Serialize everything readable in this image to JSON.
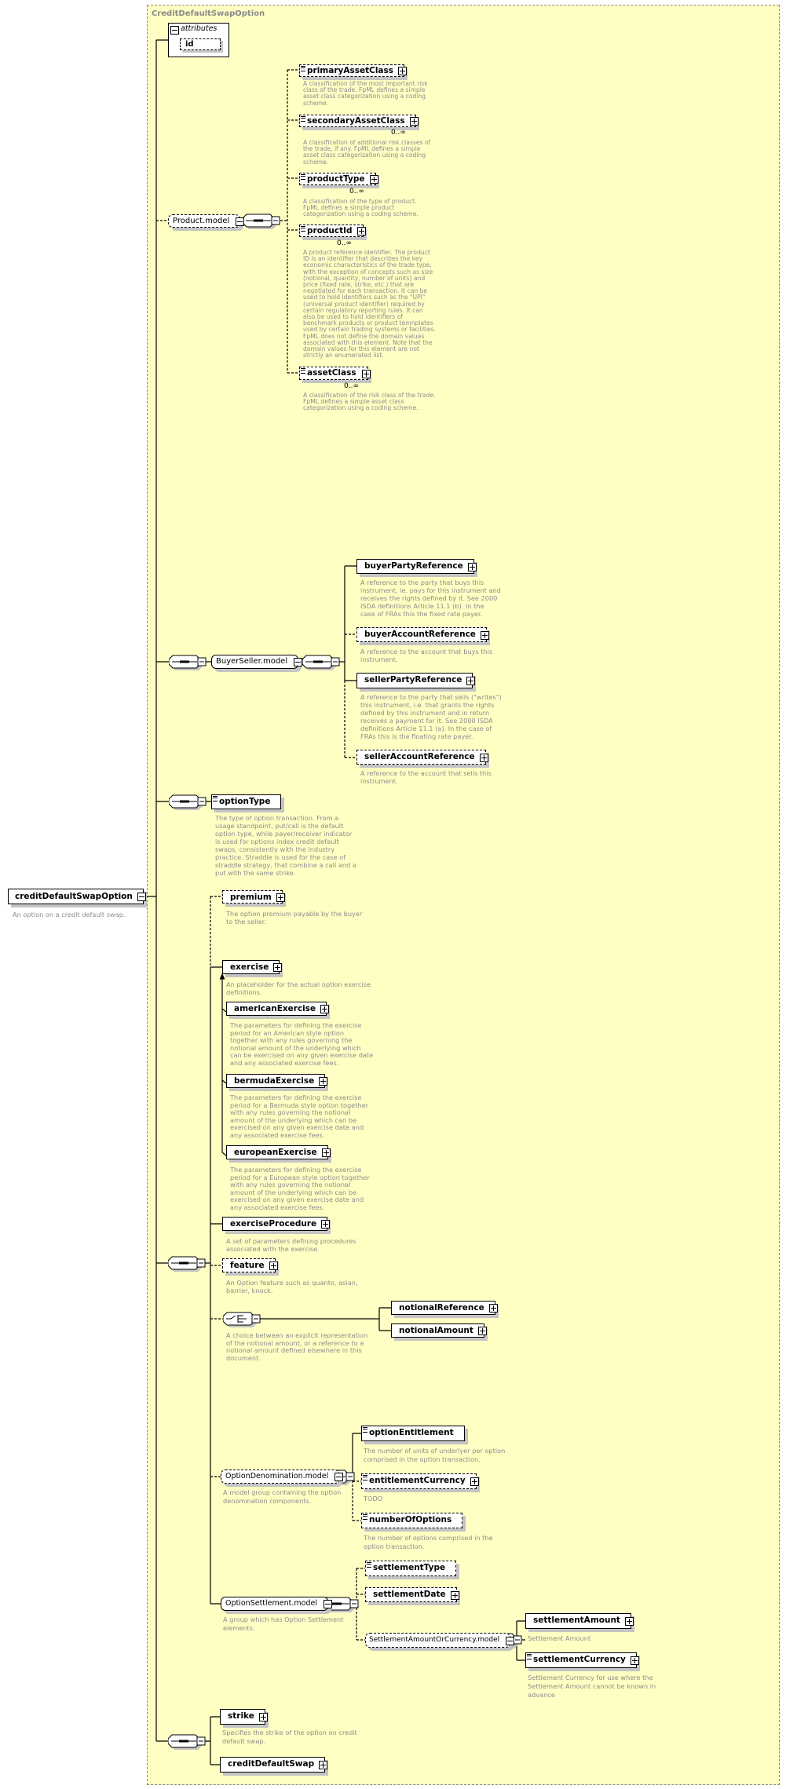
{
  "diagram_title": "CreditDefaultSwapOption",
  "root": {
    "name": "creditDefaultSwapOption",
    "desc": "An option on a credit default swap."
  },
  "attributes": {
    "label": "attributes",
    "items": [
      "id"
    ]
  },
  "nodes": {
    "productModel": {
      "name": "Product.model"
    },
    "primaryAssetClass": {
      "name": "primaryAssetClass",
      "desc": "A classification of the most important risk\nclass of the trade. FpML defines a simple\nasset class categorization using a coding\nscheme."
    },
    "secondaryAssetClass": {
      "name": "secondaryAssetClass",
      "occurs": "0..∞",
      "desc": "A classification of additional risk classes of\nthe trade, if any. FpML defines a simple\nasset class categorization using a coding\nscheme."
    },
    "productType": {
      "name": "productType",
      "occurs": "0..∞",
      "desc": "A classification of the type of product.\nFpML defines a simple product\ncategorization using a coding scheme."
    },
    "productId": {
      "name": "productId",
      "occurs": "0..∞",
      "desc": "A product reference identifier. The product\nID is an identifier that describes the key\neconomic characteristics of the trade type,\nwith the exception of concepts such as size\n(notional, quantity, number of units) and\nprice (fixed rate, strike, etc.) that are\nnegotiated for each transaction. It can be\nused to hold identifiers such as the \"UPI\"\n(universal product identifier) required by\ncertain regulatory reporting rules. It can\nalso be used to hold identifiers of\nbenchmark products or product temnplates\nused by certain trading systems or facilities.\nFpML does not define the domain values\nassociated with this element. Note that the\ndomain values for this element are not\nstrictly an enumerated list."
    },
    "assetClass": {
      "name": "assetClass",
      "occurs": "0..∞",
      "desc": "A classification of the risk class of the trade.\nFpML defines a simple asset class\ncategorization using a coding scheme."
    },
    "buyerSellerModel": {
      "name": "BuyerSeller.model"
    },
    "buyerPartyReference": {
      "name": "buyerPartyReference",
      "desc": "A reference to the party that buys this\ninstrument, ie. pays for this instrument and\nreceives the rights defined by it. See 2000\nISDA definitions Article 11.1 (b). In the\ncase of FRAs this the fixed rate payer."
    },
    "buyerAccountReference": {
      "name": "buyerAccountReference",
      "desc": "A reference to the account that buys this\ninstrument."
    },
    "sellerPartyReference": {
      "name": "sellerPartyReference",
      "desc": "A reference to the party that sells (\"writes\")\nthis instrument, i.e. that grants the rights\ndefined by this instrument and in return\nreceives a payment for it. See 2000 ISDA\ndefinitions Article 11.1 (a). In the case of\nFRAs this is the floating rate payer."
    },
    "sellerAccountReference": {
      "name": "sellerAccountReference",
      "desc": "A reference to the account that sells this\ninstrument."
    },
    "optionType": {
      "name": "optionType",
      "desc": "The type of option transaction. From a\nusage standpoint, put/call is the default\noption type, while payer/receiver indicator\nis used for options index credit default\nswaps, consistently with the industry\npractice. Straddle is used for the case of\nstraddle strategy, that combine a call and a\nput with the same strike."
    },
    "premium": {
      "name": "premium",
      "desc": "The option premium payable by the buyer\nto the seller."
    },
    "exercise": {
      "name": "exercise",
      "desc": "An placeholder for the actual option exercise\ndefinitions."
    },
    "americanExercise": {
      "name": "americanExercise",
      "desc": "The parameters for defining the exercise\nperiod for an American style option\ntogether with any rules governing the\nnotional amount of the underlying which\ncan be exercised on any given exercise date\nand any associated exercise fees."
    },
    "bermudaExercise": {
      "name": "bermudaExercise",
      "desc": "The parameters for defining the exercise\nperiod for a Bermuda style option together\nwith any rules governing the notional\namount of the underlying which can be\nexercised on any given exercise date and\nany associated exercise fees."
    },
    "europeanExercise": {
      "name": "europeanExercise",
      "desc": "The parameters for defining the exercise\nperiod for a European style option together\nwith any rules governing the notional\namount of the underlying which can be\nexercised on any given exercise date and\nany associated exercise fees."
    },
    "exerciseProcedure": {
      "name": "exerciseProcedure",
      "desc": "A set of parameters defining procedures\nassociated with the exercise."
    },
    "feature": {
      "name": "feature",
      "desc": "An Option feature such as quanto, asian,\nbarrier, knock."
    },
    "notionalChoice": {
      "desc": "A choice between an explicit representation\nof the notional amount, or a reference to a\nnotional amount defined elsewhere in this\ndocument."
    },
    "notionalReference": {
      "name": "notionalReference"
    },
    "notionalAmount": {
      "name": "notionalAmount"
    },
    "optionDenominationModel": {
      "name": "OptionDenomination.model",
      "desc": "A model group containing the option\ndenomination components."
    },
    "optionEntitlement": {
      "name": "optionEntitlement",
      "desc": "The number of units of underlyer per option\ncomprised in the option transaction."
    },
    "entitlementCurrency": {
      "name": "entitlementCurrency",
      "desc": "TODO"
    },
    "numberOfOptions": {
      "name": "numberOfOptions",
      "desc": "The number of options comprised in the\noption transaction."
    },
    "optionSettlementModel": {
      "name": "OptionSettlement.model",
      "desc": "A group which has Option Settlement\nelements."
    },
    "settlementType": {
      "name": "settlementType"
    },
    "settlementDate": {
      "name": "settlementDate"
    },
    "settlementAmountOrCurrencyModel": {
      "name": "SettlementAmountOrCurrency.model"
    },
    "settlementAmount": {
      "name": "settlementAmount",
      "desc": "Settlement Amount"
    },
    "settlementCurrency": {
      "name": "settlementCurrency",
      "desc": "Settlement Currency for use where the\nSettlement Amount cannot be known in\nadvance"
    },
    "strike": {
      "name": "strike",
      "desc": "Specifies the strike of the option on credit\ndefault swap."
    },
    "creditDefaultSwap": {
      "name": "creditDefaultSwap"
    }
  }
}
